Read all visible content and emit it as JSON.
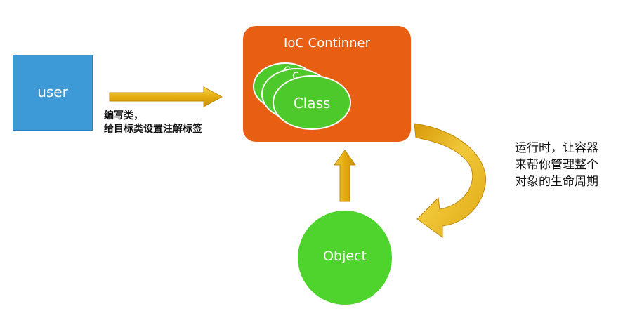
{
  "diagram": {
    "user_label": "user",
    "container_title": "IoC Continner",
    "class_stub_1": "C",
    "class_stub_2": "C",
    "class_label": "Class",
    "object_label": "Object",
    "left_caption_line1": "编写类，",
    "left_caption_line2": "给目标类设置注解标签",
    "right_caption": "运行时，让容器来帮你管理整个对象的生命周期"
  },
  "colors": {
    "user_box": "#3d9ad6",
    "container": "#e85f13",
    "class_ellipse": "#4ec92c",
    "object_circle": "#4fd42d",
    "arrow": "#e0ab12"
  },
  "icons": {
    "user_to_container": "arrow-right",
    "object_to_container": "arrow-up",
    "container_to_object": "curved-arrow"
  }
}
